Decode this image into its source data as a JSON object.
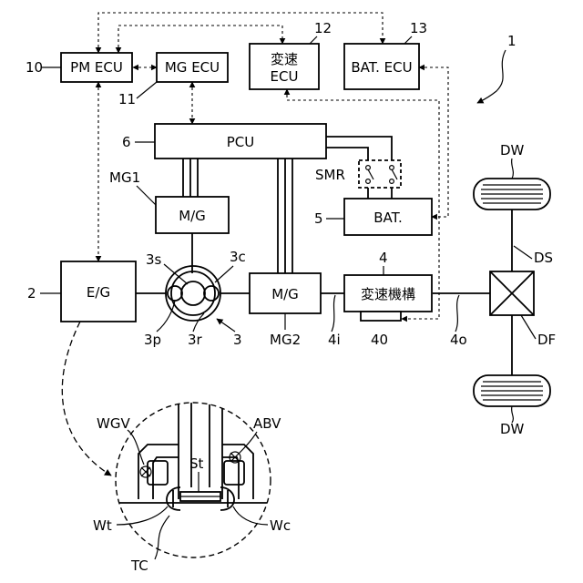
{
  "figure_number": "1",
  "blocks": {
    "pm_ecu": "PM ECU",
    "mg_ecu": "MG ECU",
    "shift_ecu_line1": "変速",
    "shift_ecu_line2": "ECU",
    "bat_ecu": "BAT. ECU",
    "pcu": "PCU",
    "mg1_block": "M/G",
    "bat": "BAT.",
    "engine": "E/G",
    "mg2_block": "M/G",
    "transmission": "変速機構"
  },
  "refs": {
    "r10": "10",
    "r11": "11",
    "r12": "12",
    "r13": "13",
    "r6": "6",
    "mg1": "MG1",
    "smr": "SMR",
    "r5": "5",
    "r4": "4",
    "r2": "2",
    "r3s": "3s",
    "r3c": "3c",
    "r3p": "3p",
    "r3r": "3r",
    "r3": "3",
    "mg2": "MG2",
    "r4i": "4i",
    "r40": "40",
    "r4o": "4o",
    "dw_top": "DW",
    "ds": "DS",
    "df": "DF",
    "dw_bottom": "DW",
    "wgv": "WGV",
    "abv": "ABV",
    "st": "St",
    "wt": "Wt",
    "wc": "Wc",
    "tc": "TC"
  }
}
